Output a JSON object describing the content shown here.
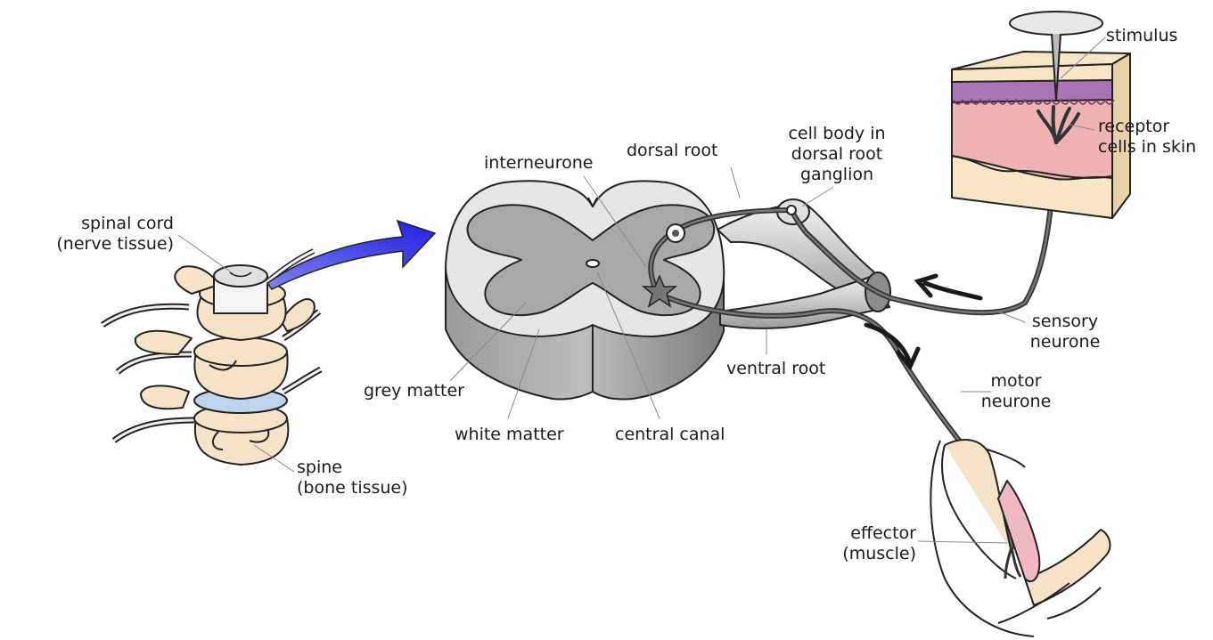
{
  "labels": {
    "spinal_cord": {
      "line1": "spinal cord",
      "line2": "(nerve tissue)"
    },
    "spine": {
      "line1": "spine",
      "line2": "(bone tissue)"
    },
    "interneurone": "interneurone",
    "dorsal_root": "dorsal root",
    "cell_body": {
      "line1": "cell body in",
      "line2": "dorsal root",
      "line3": "ganglion"
    },
    "stimulus": "stimulus",
    "receptor": {
      "line1": "receptor",
      "line2": "cells in skin"
    },
    "grey_matter": "grey matter",
    "white_matter": "white matter",
    "central_canal": "central canal",
    "ventral_root": "ventral root",
    "sensory_neurone": {
      "line1": "sensory",
      "line2": "neurone"
    },
    "motor_neurone": {
      "line1": "motor",
      "line2": "neurone"
    },
    "effector": {
      "line1": "effector",
      "line2": "(muscle)"
    }
  },
  "colors": {
    "bone": "#f5e3c8",
    "skin_pink": "#eeb2b2",
    "skin_deep": "#e8a0a0",
    "epidermis_purple": "#a874b4",
    "fat": "#f6e6c6",
    "grey_matter": "#a8a8a8",
    "white_matter": "#e6e6e6",
    "cord_side": "#8c8c8c",
    "nerve": "#555555",
    "arrow_blue": "#2a2ae0",
    "muscle": "#f0b8c2"
  }
}
